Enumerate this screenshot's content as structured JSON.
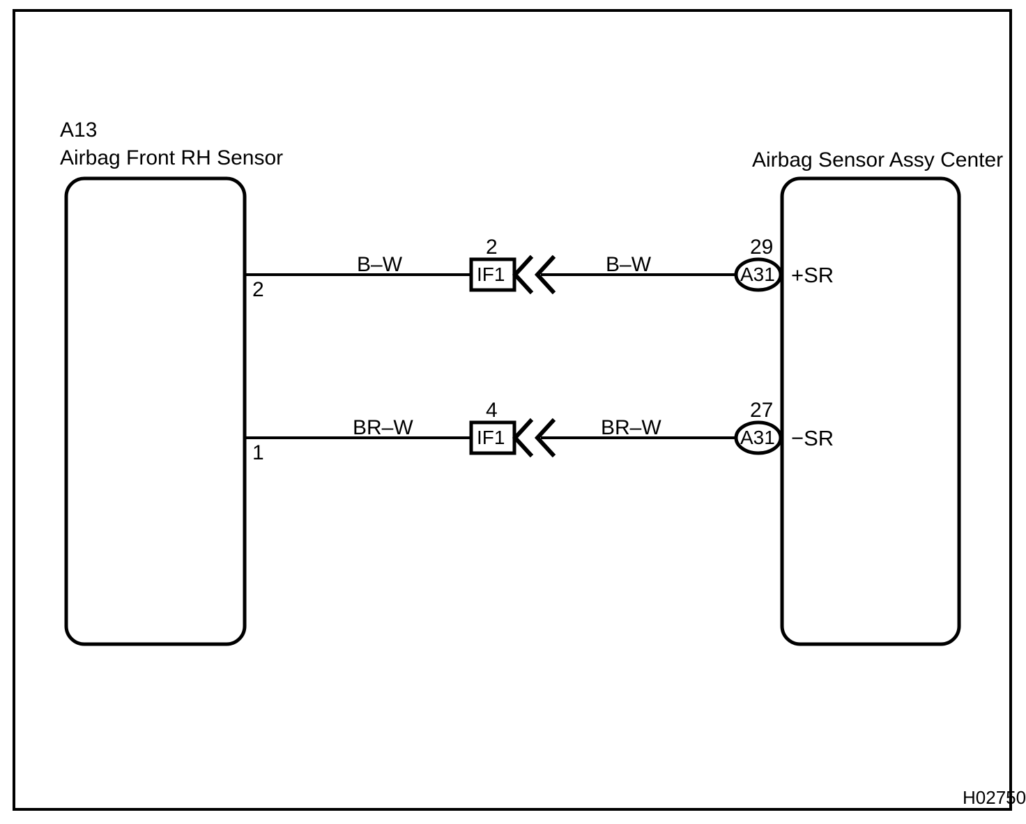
{
  "figure": {
    "code": "H02750",
    "ink_color": "#000000",
    "background_color": "#ffffff"
  },
  "left_component": {
    "id_code": "A13",
    "name": "Airbag Front RH Sensor",
    "pins": [
      {
        "number": "2",
        "row": "upper"
      },
      {
        "number": "1",
        "row": "lower"
      }
    ]
  },
  "right_component": {
    "name": "Airbag Sensor Assy Center",
    "terminals": [
      {
        "connector": "A31",
        "pin": "29",
        "signal": "+SR",
        "row": "upper"
      },
      {
        "connector": "A31",
        "pin": "27",
        "signal": "−SR",
        "row": "lower"
      }
    ]
  },
  "junction_connectors": [
    {
      "label": "IF1",
      "pin": "2",
      "row": "upper"
    },
    {
      "label": "IF1",
      "pin": "4",
      "row": "lower"
    }
  ],
  "wires": [
    {
      "row": "upper",
      "left_segment_color_code": "B–W",
      "right_segment_color_code": "B–W",
      "from_pin": "2",
      "to_pin": "29",
      "to_signal": "+SR",
      "via": "IF1"
    },
    {
      "row": "lower",
      "left_segment_color_code": "BR–W",
      "right_segment_color_code": "BR–W",
      "from_pin": "1",
      "to_pin": "27",
      "to_signal": "−SR",
      "via": "IF1"
    }
  ]
}
